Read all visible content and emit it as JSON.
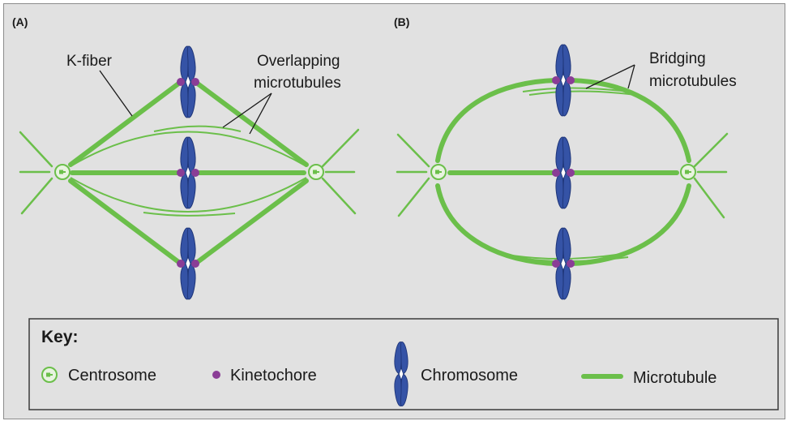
{
  "panels": {
    "a": {
      "label": "(A)",
      "kfiber_label": "K-fiber",
      "overlap_line1": "Overlapping",
      "overlap_line2": "microtubules"
    },
    "b": {
      "label": "(B)",
      "bridging_line1": "Bridging",
      "bridging_line2": "microtubules"
    }
  },
  "key": {
    "title": "Key:",
    "items": [
      {
        "label": "Centrosome",
        "icon": "centrosome-icon"
      },
      {
        "label": "Kinetochore",
        "icon": "kinetochore-icon"
      },
      {
        "label": "Chromosome",
        "icon": "chromosome-icon"
      },
      {
        "label": "Microtubule",
        "icon": "microtubule-icon"
      }
    ]
  },
  "colors": {
    "background": "#e1e1e1",
    "microtubule": "#6bbf4a",
    "chromosome": "#3553a6",
    "chromosome_outline": "#1f3679",
    "kinetochore": "#8a3d96",
    "text": "#1a1a1a"
  }
}
